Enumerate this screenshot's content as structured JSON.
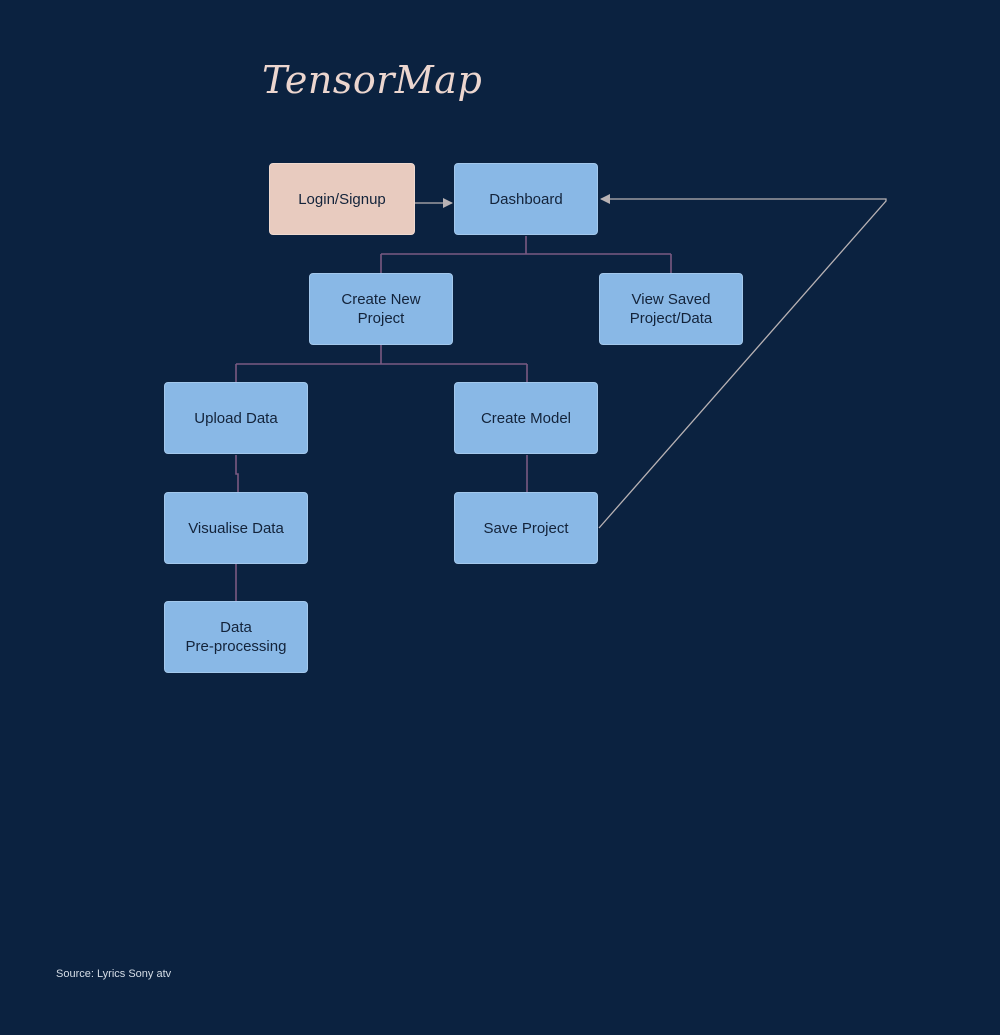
{
  "title": "TensorMap",
  "nodes": {
    "login": "Login/Signup",
    "dashboard": "Dashboard",
    "create_project": "Create New\nProject",
    "view_saved": "View Saved\nProject/Data",
    "upload_data": "Upload Data",
    "create_model": "Create Model",
    "visualise_data": "Visualise Data",
    "save_project": "Save Project",
    "preprocessing": "Data\nPre-processing"
  },
  "source": "Source: Lyrics Sony atv",
  "colors": {
    "background": "#0b2240",
    "node_fill": "#89b8e6",
    "login_fill": "#e8cbbf",
    "tree_line": "#7a5a82",
    "arrow_line": "#b8b2b4"
  }
}
